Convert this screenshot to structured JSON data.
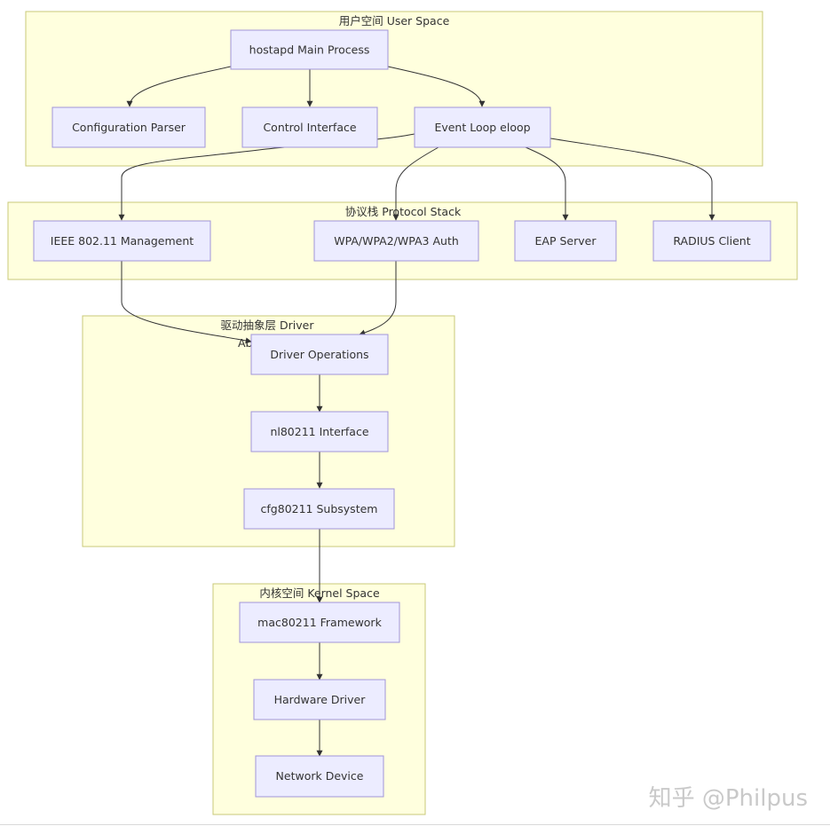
{
  "clusters": {
    "user_space": {
      "label": "用户空间 User Space"
    },
    "protocol_stack": {
      "label": "协议栈 Protocol Stack"
    },
    "driver_layer": {
      "label": "驱动抽象层 Driver",
      "label_line2": "Ab"
    },
    "kernel_space": {
      "label": "内核空间 Kernel Space"
    }
  },
  "nodes": {
    "hostapd": {
      "label": "hostapd Main Process"
    },
    "config_parser": {
      "label": "Configuration Parser"
    },
    "control_iface": {
      "label": "Control Interface"
    },
    "event_loop": {
      "label": "Event Loop eloop"
    },
    "ieee80211": {
      "label": "IEEE 802.11 Management"
    },
    "wpa_auth": {
      "label": "WPA/WPA2/WPA3 Auth"
    },
    "eap_server": {
      "label": "EAP Server"
    },
    "radius_client": {
      "label": "RADIUS Client"
    },
    "driver_ops": {
      "label": "Driver Operations"
    },
    "nl80211": {
      "label": "nl80211 Interface"
    },
    "cfg80211": {
      "label": "cfg80211 Subsystem"
    },
    "mac80211": {
      "label": "mac80211 Framework"
    },
    "hw_driver": {
      "label": "Hardware Driver"
    },
    "net_device": {
      "label": "Network Device"
    }
  },
  "edges": [
    {
      "from": "hostapd",
      "to": "config_parser"
    },
    {
      "from": "hostapd",
      "to": "control_iface"
    },
    {
      "from": "hostapd",
      "to": "event_loop"
    },
    {
      "from": "event_loop",
      "to": "ieee80211"
    },
    {
      "from": "event_loop",
      "to": "wpa_auth"
    },
    {
      "from": "event_loop",
      "to": "eap_server"
    },
    {
      "from": "event_loop",
      "to": "radius_client"
    },
    {
      "from": "ieee80211",
      "to": "driver_ops"
    },
    {
      "from": "wpa_auth",
      "to": "driver_ops"
    },
    {
      "from": "driver_ops",
      "to": "nl80211"
    },
    {
      "from": "nl80211",
      "to": "cfg80211"
    },
    {
      "from": "cfg80211",
      "to": "mac80211"
    },
    {
      "from": "mac80211",
      "to": "hw_driver"
    },
    {
      "from": "hw_driver",
      "to": "net_device"
    }
  ],
  "watermark": {
    "text": "知乎 @Philpus"
  },
  "colors": {
    "cluster_fill": "#ffffde",
    "cluster_stroke": "#c8c878",
    "node_fill": "#ececff",
    "node_stroke": "#a095d8",
    "edge": "#333333",
    "text": "#333333"
  }
}
